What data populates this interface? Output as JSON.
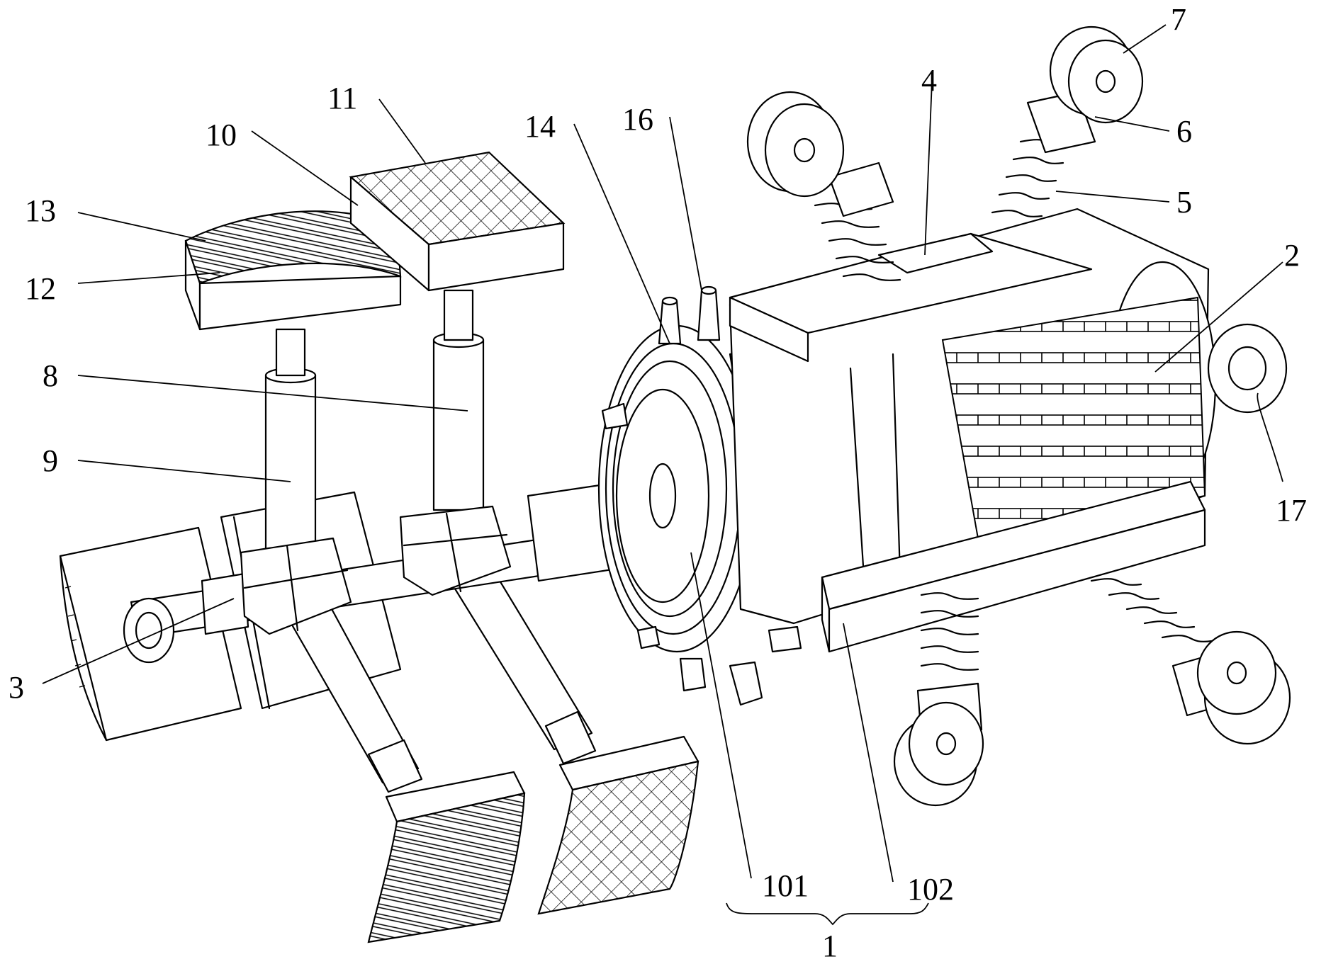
{
  "labels": {
    "l1": "1",
    "l2": "2",
    "l3": "3",
    "l4": "4",
    "l5": "5",
    "l6": "6",
    "l7": "7",
    "l8": "8",
    "l9": "9",
    "l10": "10",
    "l11": "11",
    "l12": "12",
    "l13": "13",
    "l14": "14",
    "l16": "16",
    "l17": "17",
    "l101": "101",
    "l102": "102"
  }
}
